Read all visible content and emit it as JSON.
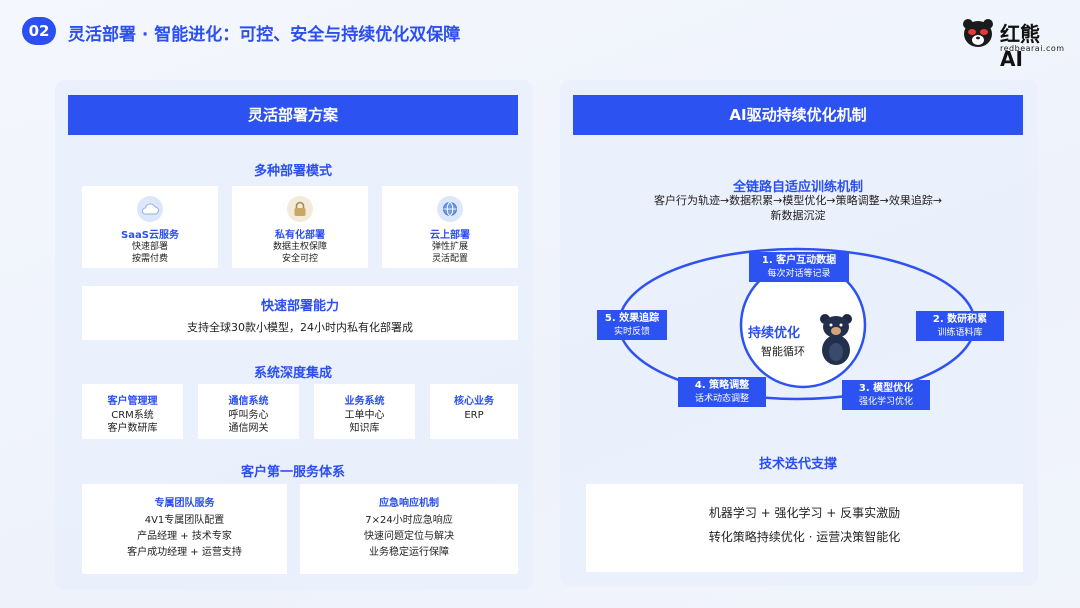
{
  "header": {
    "badge": "02",
    "title": "灵活部署 · 智能进化：可控、安全与持续优化双保障"
  },
  "logo": {
    "name": "红熊AI",
    "url": "redbearai.com"
  },
  "left": {
    "header": "灵活部署方案",
    "deploy": {
      "title": "多种部署模式",
      "items": [
        {
          "icon": "cloud-icon",
          "title": "SaaS云服务",
          "lines": [
            "快速部署",
            "按需付费"
          ]
        },
        {
          "icon": "lock-icon",
          "title": "私有化部署",
          "lines": [
            "数据主权保障",
            "安全可控"
          ]
        },
        {
          "icon": "globe-icon",
          "title": "云上部署",
          "lines": [
            "弹性扩展",
            "灵活配置"
          ]
        }
      ]
    },
    "quick": {
      "title": "快速部署能力",
      "text": "支持全球30款小模型，24小时内私有化部署成"
    },
    "integration": {
      "title": "系统深度集成",
      "items": [
        {
          "title": "客户管理理",
          "lines": [
            "CRM系统",
            "客户数研库"
          ]
        },
        {
          "title": "通信系统",
          "lines": [
            "呼叫务心",
            "通信网关"
          ]
        },
        {
          "title": "业务系统",
          "lines": [
            "工单中心",
            "知识库"
          ]
        },
        {
          "title": "核心业务",
          "lines": [
            "ERP"
          ]
        }
      ]
    },
    "service": {
      "title": "客户第一服务体系",
      "items": [
        {
          "title": "专属团队服务",
          "lines": [
            "4V1专属团队配置",
            "产品经理 + 技术专家",
            "客户成功经理 + 运营支持"
          ]
        },
        {
          "title": "应急响应机制",
          "lines": [
            "7×24小时应急响应",
            "快速问题定位与解决",
            "业务稳定运行保障"
          ]
        }
      ]
    }
  },
  "right": {
    "header": "AI驱动持续优化机制",
    "training": {
      "title": "全链路自适应训练机制",
      "lines": [
        "客户行为轨迹→数据积累→模型优化→策略调整→效果追踪→",
        "新数据沉淀"
      ]
    },
    "cycle": {
      "center_title": "持续优化",
      "center_sub": "智能循环",
      "nodes": [
        {
          "title": "1. 客户互动数据",
          "sub": "每次对话等记录"
        },
        {
          "title": "2. 数研积累",
          "sub": "训练语料库"
        },
        {
          "title": "3. 模型优化",
          "sub": "强化学习优化"
        },
        {
          "title": "4. 策略调整",
          "sub": "话术动态调整"
        },
        {
          "title": "5. 效果追踪",
          "sub": "实时反馈"
        }
      ]
    },
    "tech": {
      "title": "技术迭代支撑",
      "lines": [
        "机器学习 + 强化学习 + 反事实激励",
        "转化策略持续优化  ·  运营决策智能化"
      ]
    }
  },
  "colors": {
    "accent": "#2d52f2",
    "title_blue": "#2b4ff0",
    "panel": "#e9eefb"
  }
}
